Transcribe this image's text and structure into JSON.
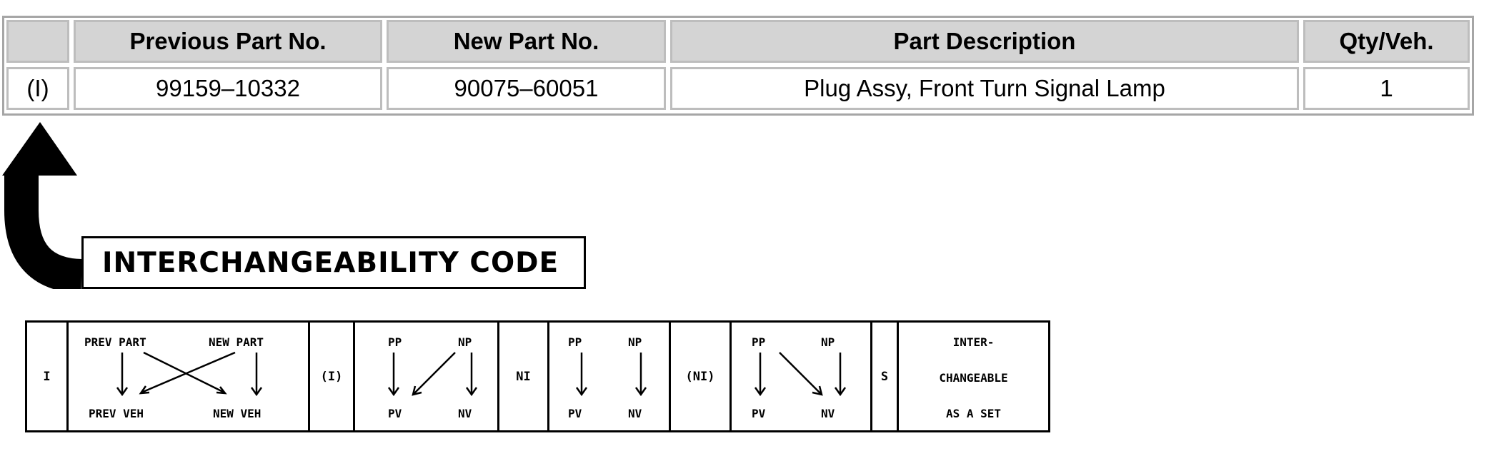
{
  "table": {
    "headers": [
      "",
      "Previous Part No.",
      "New Part No.",
      "Part Description",
      "Qty/Veh."
    ],
    "rows": [
      [
        "(I)",
        "99159–10332",
        "90075–60051",
        "Plug Assy, Front Turn Signal Lamp",
        "1"
      ]
    ]
  },
  "legend_title": "INTERCHANGEABILITY CODE",
  "legend": {
    "code_i": "I",
    "diag_i": {
      "top_left": "PREV PART",
      "top_right": "NEW PART",
      "bottom_left": "PREV VEH",
      "bottom_right": "NEW VEH"
    },
    "code_pi": "(I)",
    "diag_pi": {
      "top_left": "PP",
      "top_right": "NP",
      "bottom_left": "PV",
      "bottom_right": "NV"
    },
    "code_ni": "NI",
    "diag_ni": {
      "top_left": "PP",
      "top_right": "NP",
      "bottom_left": "PV",
      "bottom_right": "NV"
    },
    "code_pni": "(NI)",
    "diag_pni": {
      "top_left": "PP",
      "top_right": "NP",
      "bottom_left": "PV",
      "bottom_right": "NV"
    },
    "code_s": "S",
    "set_text": {
      "line1": "INTER-",
      "line2": "CHANGEABLE",
      "line3": "AS A SET"
    }
  }
}
